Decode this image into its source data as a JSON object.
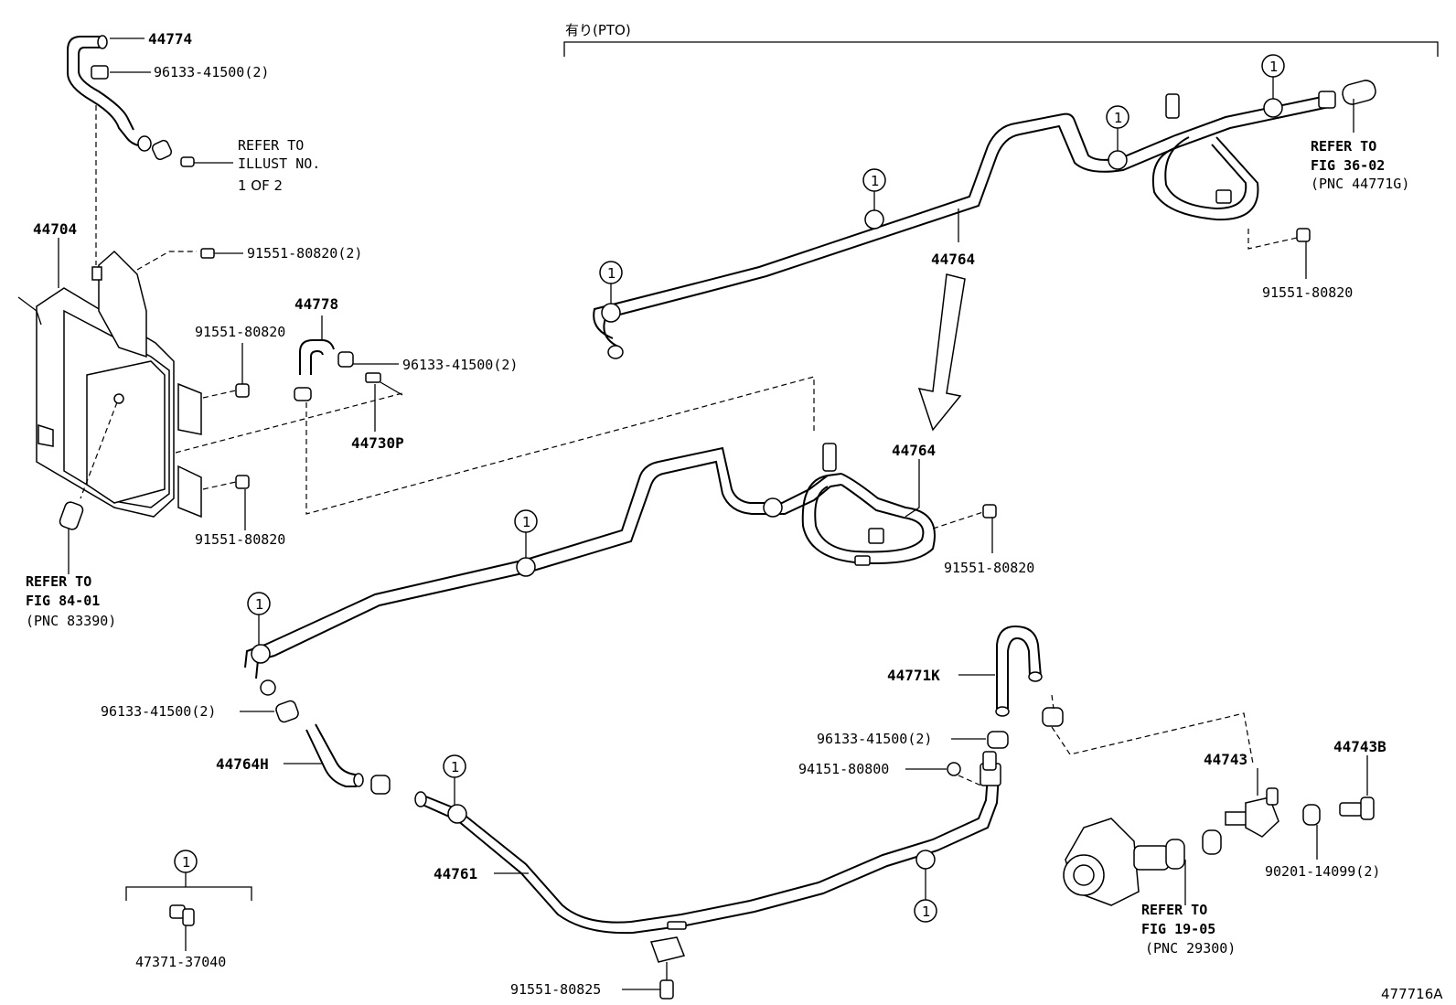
{
  "header": {
    "group_label": "有り(PTO)"
  },
  "figure_id": "477716A",
  "callout_symbol": "1",
  "parts": {
    "hose_44774": "44774",
    "clamp_upper": "96133-41500(2)",
    "refer_illust_1": "REFER TO",
    "refer_illust_2": "ILLUST NO.",
    "refer_illust_3": "1 OF 2",
    "tank_44704": "44704",
    "bolt_tank_top": "91551-80820(2)",
    "hose_44778": "44778",
    "bolt_mid_left": "91551-80820",
    "clamp_mid": "96133-41500(2)",
    "valve_44730p": "44730P",
    "bolt_tank_bottom": "91551-80820",
    "refer_fig84_1": "REFER TO",
    "refer_fig84_2": "FIG 84-01",
    "refer_fig84_3": "(PNC 83390)",
    "tube_44764_top": "44764",
    "refer_fig36_1": "REFER TO",
    "refer_fig36_2": "FIG 36-02",
    "refer_fig36_3": "(PNC 44771G)",
    "bolt_top_right": "91551-80820",
    "tube_44764_mid": "44764",
    "bolt_mid_right": "91551-80820",
    "clamp_left": "96133-41500(2)",
    "hose_44764h": "44764H",
    "hose_44771k": "44771K",
    "clamp_right": "96133-41500(2)",
    "clip_94151": "94151-80800",
    "union_44743": "44743",
    "bolt_44743b": "44743B",
    "tube_44761": "44761",
    "gasket_90201": "90201-14099(2)",
    "refer_fig19_1": "REFER TO",
    "refer_fig19_2": "FIG 19-05",
    "refer_fig19_3": "(PNC 29300)",
    "bolt_bottom": "91551-80825",
    "clip_47371": "47371-37040"
  }
}
